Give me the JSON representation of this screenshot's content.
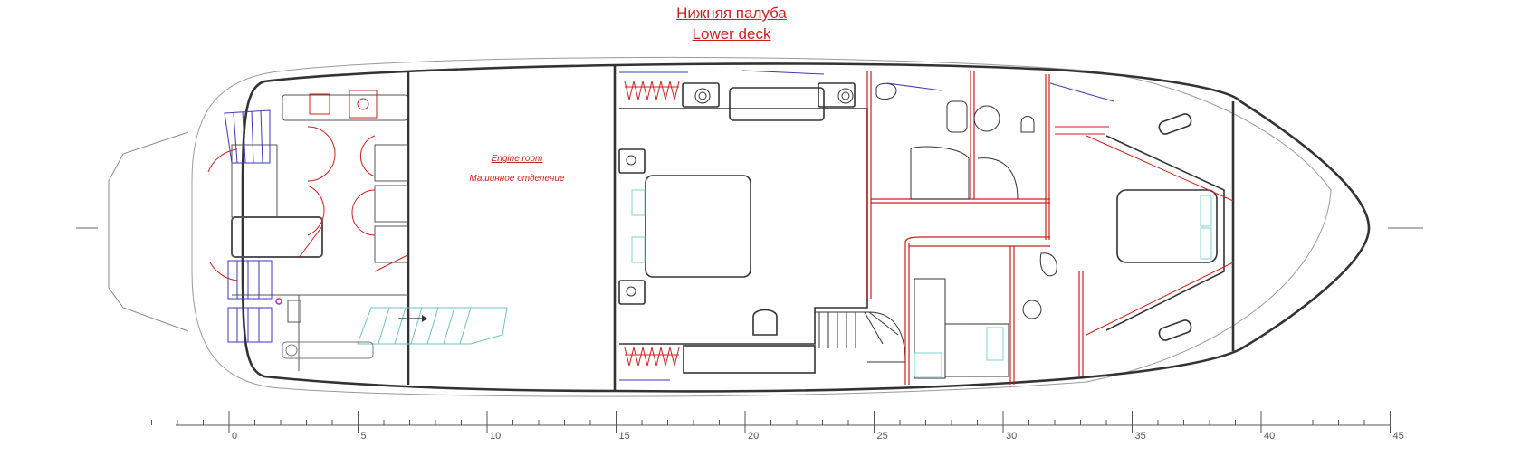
{
  "titles": {
    "ru": "Нижняя палуба",
    "en": "Lower deck"
  },
  "rooms": {
    "engine_room_en": "Engine room",
    "engine_room_ru": "Машинное отделение"
  },
  "ruler": {
    "labels": [
      "0",
      "5",
      "10",
      "15",
      "20",
      "25",
      "30",
      "35",
      "40",
      "45"
    ]
  },
  "colors": {
    "hull": "#333333",
    "accent": "#cc1f1f",
    "fixtures": "#3a3ab8",
    "glass": "#7fd3d3"
  }
}
